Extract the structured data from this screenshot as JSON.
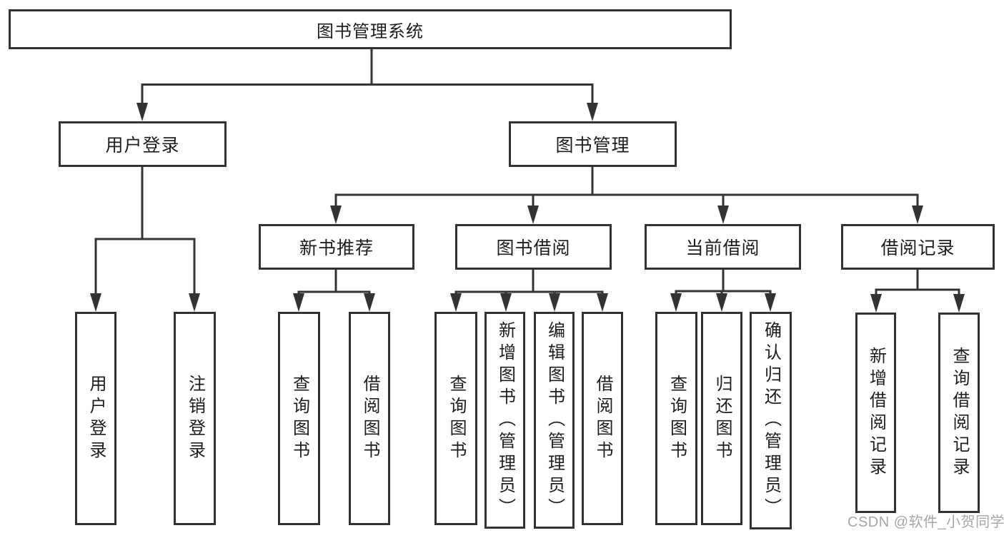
{
  "diagram": {
    "title": "图书管理系统",
    "tree": {
      "label": "图书管理系统",
      "children": [
        {
          "label": "用户登录",
          "children": [
            {
              "label": "用户登录"
            },
            {
              "label": "注销登录"
            }
          ]
        },
        {
          "label": "图书管理",
          "children": [
            {
              "label": "新书推荐",
              "children": [
                {
                  "label": "查询图书"
                },
                {
                  "label": "借阅图书"
                }
              ]
            },
            {
              "label": "图书借阅",
              "children": [
                {
                  "label": "查询图书"
                },
                {
                  "label": "新增图书（管理员）"
                },
                {
                  "label": "编辑图书（管理员）"
                },
                {
                  "label": "借阅图书"
                }
              ]
            },
            {
              "label": "当前借阅",
              "children": [
                {
                  "label": "查询图书"
                },
                {
                  "label": "归还图书"
                },
                {
                  "label": "确认归还（管理员）"
                }
              ]
            },
            {
              "label": "借阅记录",
              "children": [
                {
                  "label": "新增借阅记录"
                },
                {
                  "label": "查询借阅记录"
                }
              ]
            }
          ]
        }
      ]
    },
    "watermark": "CSDN @软件_小贺同学",
    "colors": {
      "line": "#333333",
      "text": "#1d1d1d",
      "watermark": "#9d9d9d",
      "background": "#ffffff"
    }
  }
}
